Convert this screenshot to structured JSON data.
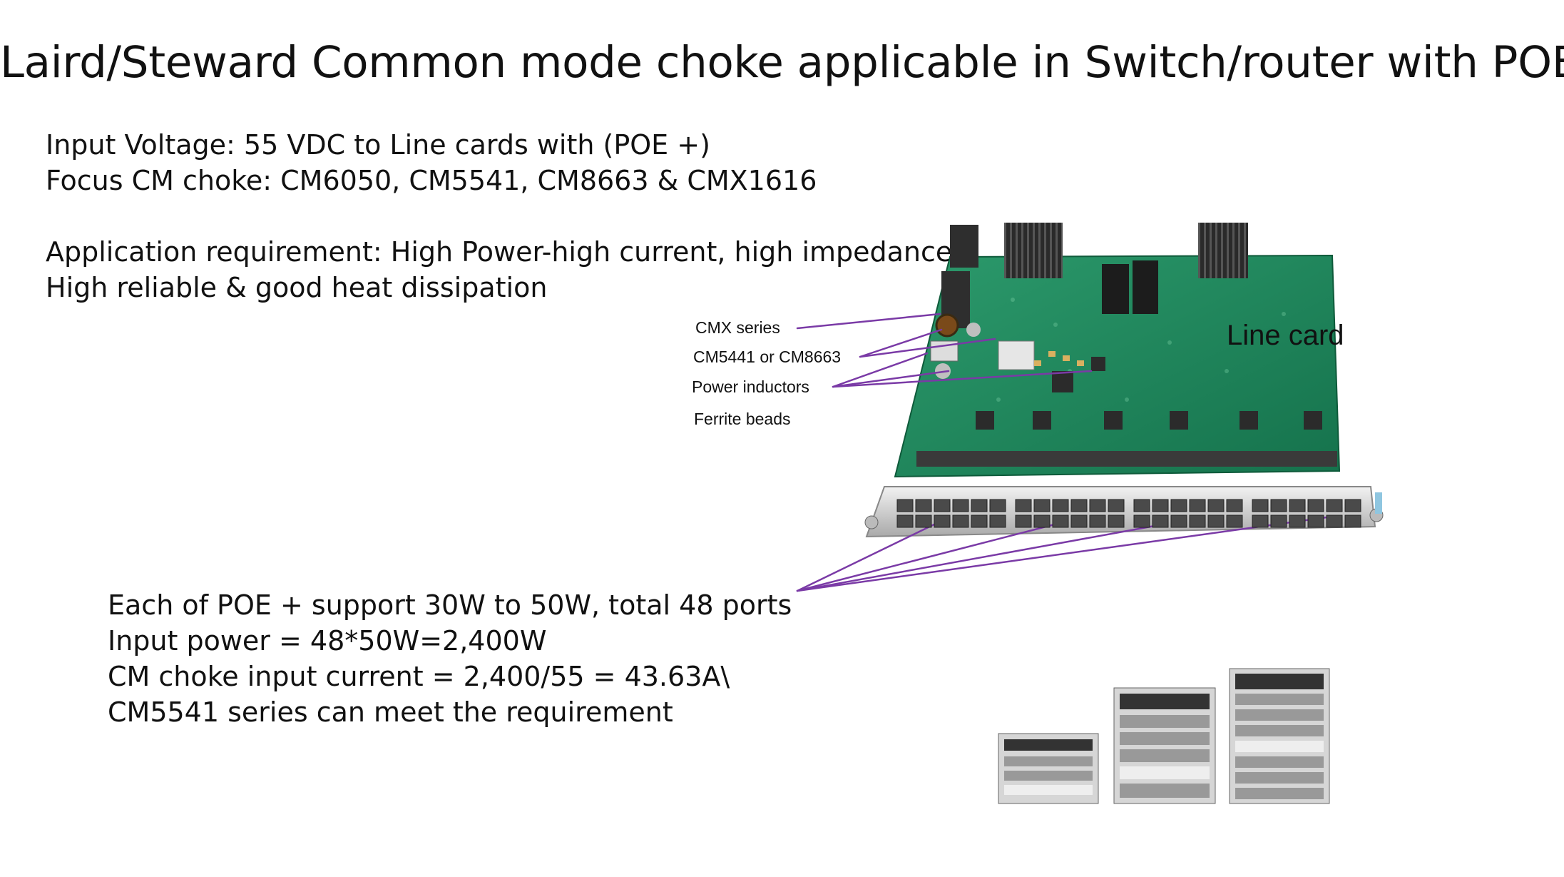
{
  "slide": {
    "title": "Laird/Steward Common mode choke applicable in Switch/router with POE"
  },
  "specs": {
    "input_voltage": "Input Voltage: 55 VDC to Line cards with (POE +)",
    "focus_choke": "Focus CM choke: CM6050, CM5541, CM8663 & CMX1616"
  },
  "application": {
    "requirement": "Application requirement: High Power-high current, high impedance",
    "reliability": "High reliable & good heat dissipation"
  },
  "callouts": {
    "cmx_series": "CMX series",
    "cm5441_or_cm8663": "CM5441 or CM8663",
    "power_inductors": "Power inductors",
    "ferrite_beads": "Ferrite beads",
    "line_card": "Line card"
  },
  "calculation": {
    "per_port": "Each of POE + support 30W to 50W, total 48 ports",
    "input_power": "Input power = 48*50W=2,400W",
    "input_current": "CM choke input current =  2,400/55 = 43.63A\\",
    "conclusion": "CM5541 series can meet the requirement"
  },
  "colors": {
    "pcb_green": "#1f8a5e",
    "leader_purple": "#7a3aa6",
    "port_grey": "#c9c9c9"
  }
}
